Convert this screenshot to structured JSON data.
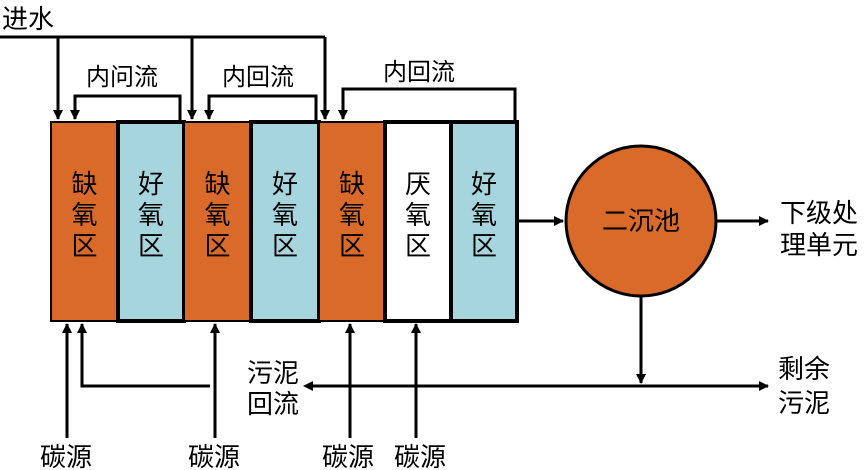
{
  "inlet": "进水",
  "recycles": [
    "内问流",
    "内回流",
    "内回流"
  ],
  "tanks": [
    {
      "line1": "缺",
      "line2": "氧",
      "line3": "区",
      "color": "#DA6A2A"
    },
    {
      "line1": "好",
      "line2": "氧",
      "line3": "区",
      "color": "#A6D5DE"
    },
    {
      "line1": "缺",
      "line2": "氧",
      "line3": "区",
      "color": "#DA6A2A"
    },
    {
      "line1": "好",
      "line2": "氧",
      "line3": "区",
      "color": "#A6D5DE"
    },
    {
      "line1": "缺",
      "line2": "氧",
      "line3": "区",
      "color": "#DA6A2A"
    },
    {
      "line1": "厌",
      "line2": "氧",
      "line3": "区",
      "color": "#FFFFFF"
    },
    {
      "line1": "好",
      "line2": "氧",
      "line3": "区",
      "color": "#A6D5DE"
    }
  ],
  "clarifier": {
    "label": "二沉池",
    "color": "#DA6A2A"
  },
  "next_unit": {
    "line1": "下级处",
    "line2": "理单元"
  },
  "sludge_return": {
    "line1": "污泥",
    "line2": "回流"
  },
  "excess_sludge": {
    "line1": "剩余",
    "line2": "污泥"
  },
  "carbon_sources": [
    "碳源",
    "碳源",
    "碳源",
    "碳源"
  ]
}
